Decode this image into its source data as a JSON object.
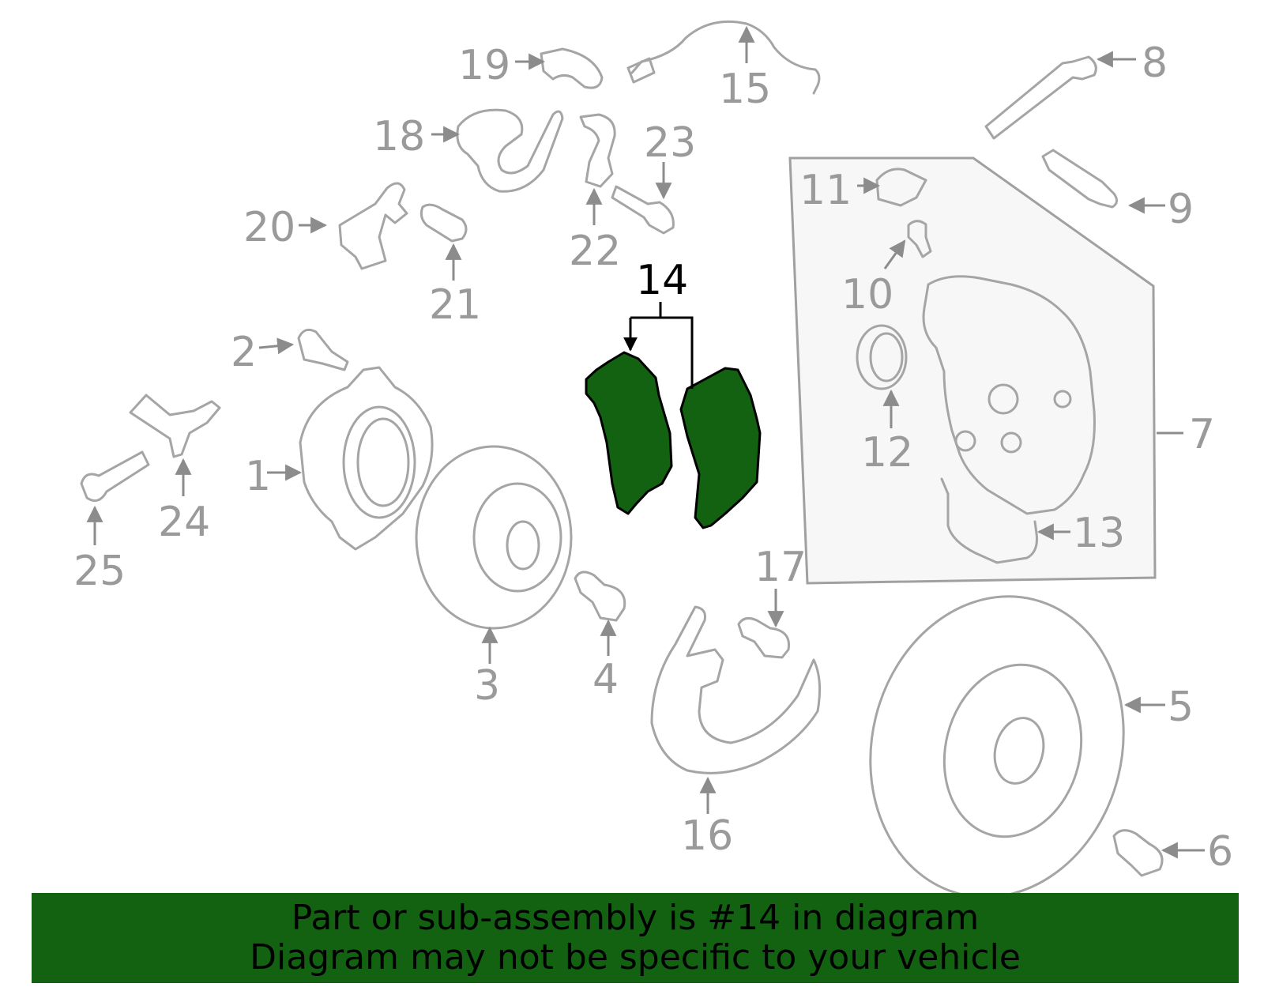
{
  "callouts": {
    "c1": "1",
    "c2": "2",
    "c3": "3",
    "c4": "4",
    "c5": "5",
    "c6": "6",
    "c7": "7",
    "c8": "8",
    "c9": "9",
    "c10": "10",
    "c11": "11",
    "c12": "12",
    "c13": "13",
    "c14": "14",
    "c15": "15",
    "c16": "16",
    "c17": "17",
    "c18": "18",
    "c19": "19",
    "c20": "20",
    "c21": "21",
    "c22": "22",
    "c23": "23",
    "c24": "24",
    "c25": "25"
  },
  "highlight_part": "14",
  "colors": {
    "highlight_fill": "#126212",
    "part_stroke": "#a5a5a5",
    "label_color": "#9a9a9a",
    "banner_bg": "#126212"
  },
  "banner": {
    "line1": "Part or sub-assembly is #14 in diagram",
    "line2": "Diagram may not be specific to your vehicle"
  }
}
